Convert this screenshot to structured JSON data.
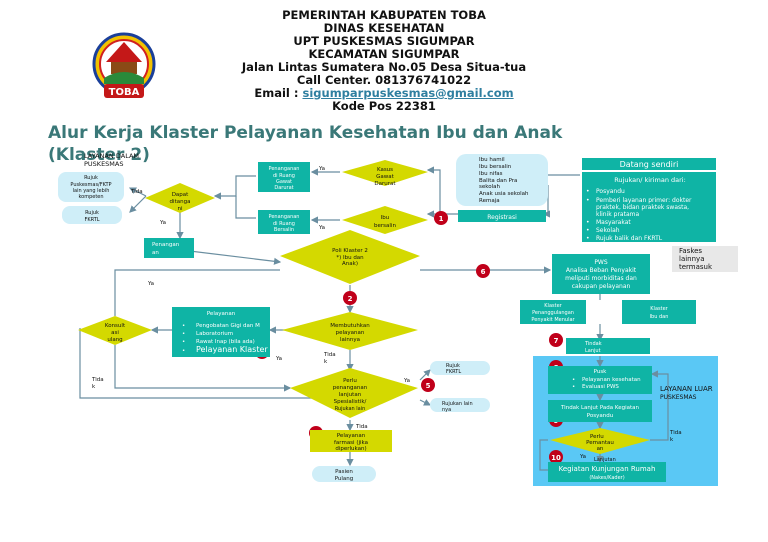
{
  "header": {
    "line1": "PEMERINTAH KABUPATEN TOBA",
    "line2": "DINAS KESEHATAN",
    "line3": "UPT PUSKESMAS SIGUMPAR",
    "line4": "KECAMATAN SIGUMPAR",
    "line5": "Jalan Lintas Sumatera No.05 Desa Situa-tua",
    "line6": "Call Center. 081376741022",
    "email_label": "Email : ",
    "email": "sigumparpuskesmas@gmail.com",
    "line8": "Kode Pos 22381",
    "logo_text": "TOBA"
  },
  "title": {
    "line1": "Alur Kerja Klaster Pelayanan Kesehatan Ibu dan Anak",
    "line2": "(Klaster 2)"
  },
  "flow": {
    "datang_sendiri": "Datang sendiri",
    "rujukan_title": "Rujukan/ kiriman dari:",
    "rujukan_items": [
      "Posyandu",
      "Pemberi layanan primer: dokter",
      "praktek, bidan praktek swasta,",
      "klinik pratama",
      "Masyarakat",
      "Sekolah",
      "Rujuk balik dan FKRTL"
    ],
    "sasaran_items": [
      "Ibu hamil",
      "Ibu bersalin",
      "Ibu nifas",
      "Balita dan Pra",
      "sekolah",
      "Anak usia sekolah",
      "Remaja"
    ],
    "registrasi": "Registrasi",
    "kasus_gawat": [
      "Kasus",
      "Gawat",
      "Darurat"
    ],
    "ibu_bersalin": [
      "Ibu",
      "bersalin"
    ],
    "penanganan_igd": [
      "Penanganan",
      "di Ruang",
      "Gawat",
      "Darurat"
    ],
    "penanganan_bersalin": [
      "Penanganan",
      "di Ruang",
      "Bersalin"
    ],
    "dapat_ditangani": [
      "Dapat",
      "ditanga",
      "ni"
    ],
    "layanan_dalam": [
      "LAYANAN DALAM",
      "PUSKESMAS"
    ],
    "rujuk_fktp": [
      "Rujuk",
      "Puskesmas/FKTP",
      "lain yang lebih",
      "kompeten"
    ],
    "rujuk_fkrtl_left": [
      "Rujuk",
      "FKRTL"
    ],
    "penanganan_short": [
      "Penangan",
      "an"
    ],
    "poli_klaster": [
      "Poli Klaster 2",
      "*) Ibu dan",
      "Anak)"
    ],
    "pws": [
      "PWS",
      "Analisa Beban Penyakit",
      "meliputi morbiditas dan",
      "cakupan pelayanan"
    ],
    "faskes_lain": [
      "Faskes",
      "lainnya",
      "termasuk"
    ],
    "klaster_pp": [
      "Klaster",
      "Penanggulangan",
      "Penyakit Menular"
    ],
    "klaster_ibu": [
      "Klaster",
      "Ibu dan"
    ],
    "tindak_lanjut": [
      "Tindak",
      "Lanjut"
    ],
    "butuh_pelayanan": [
      "Membutuhkan",
      "pelayanan",
      "lainnya"
    ],
    "pelayanan_title": "Pelayanan",
    "pelayanan_items": [
      "Pengobatan Gigi dan M",
      "Laboratorium",
      "Rawat Inap (bila ada)",
      "Pelayanan Klaster"
    ],
    "konsultasi": [
      "Konsult",
      "asi",
      "ulang"
    ],
    "perlu_spesialistik": [
      "Perlu",
      "penanganan",
      "lanjutan",
      "Spesialistik/",
      "Rujukan lain"
    ],
    "rujuk_fkrtl_right": [
      "Rujuk",
      "FKRTL"
    ],
    "rujukan_lain": [
      "Rujukan lain",
      "nya"
    ],
    "pelayanan_farmasi": [
      "Pelayanan",
      "farmasi (jika",
      "diperlukan)"
    ],
    "pasien_pulang": [
      "Pasien",
      "Pulang"
    ],
    "pusk": "Pusk",
    "pusk_items": [
      "Pelayanan kesehatan",
      "Evaluasi PWS"
    ],
    "tindak_posyandu": [
      "Tindak Lanjut Pada Kegiatan",
      "Posyandu"
    ],
    "perlu_pemantauan": [
      "Perlu",
      "Pemantau",
      "an",
      "Lanjutan"
    ],
    "kunjungan_rumah": [
      "Kegiatan Kunjungan Rumah",
      "(Nakes/Kader)"
    ],
    "layanan_luar": [
      "LAYANAN LUAR",
      "PUSKESMAS"
    ],
    "ya": "Ya",
    "tidak": "Tida",
    "tidak_k": "k",
    "steps": [
      "1",
      "2",
      "3",
      "4",
      "5",
      "6",
      "7",
      "8",
      "9",
      "10"
    ]
  },
  "colors": {
    "teal": "#0fb4a5",
    "lime": "#d4d900",
    "light_blue": "#cfeef8",
    "outside_bg": "#5ac8f5",
    "badge": "#c0001a",
    "title": "#3a7878",
    "arrow": "#6a8ea0"
  }
}
